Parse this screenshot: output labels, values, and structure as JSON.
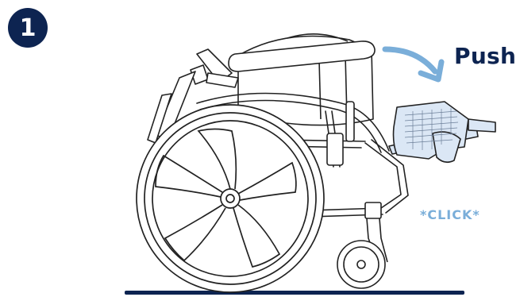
{
  "step": {
    "number": "1"
  },
  "labels": {
    "push": "Push",
    "click": "*CLICK*"
  },
  "colors": {
    "navy": "#0d2451",
    "arrow": "#7aaed9",
    "footrest_fill": "#dbe7f5",
    "line": "#222222"
  },
  "icons": {
    "direction": "curved-arrow-icon"
  }
}
